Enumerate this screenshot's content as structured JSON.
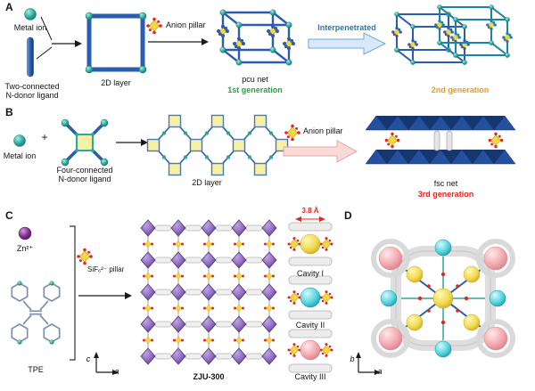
{
  "colors": {
    "generation1_green": "#1faa3c",
    "generation2_orange": "#f5971d",
    "generation3_red": "#e8251d",
    "interpenetrated_blue": "#1e78c8",
    "distance_red": "#e8251d",
    "metal_node_teal": "#2fa79b",
    "linker_blue": "#2a5cb0",
    "anion_yellow": "#f0d93c",
    "fluorine_red": "#e8251d",
    "zinc_purple": "#7b2d8b",
    "polyhedra_violet": "#8d6cc0",
    "cavity_i_yellow": "#f2dc4e",
    "cavity_ii_cyan": "#54d6e0",
    "cavity_iii_pink": "#f4a9b0"
  },
  "panel_a": {
    "label": "A",
    "metal_ion_label": "Metal ion",
    "ligand_label_line1": "Two-connected",
    "ligand_label_line2": "N-donor ligand",
    "layer_label": "2D layer",
    "anion_pillar_label": "Anion pillar",
    "net_label": "pcu net",
    "generation1_label": "1st generation",
    "interpenetrated_label": "Interpenetrated",
    "generation2_label": "2nd generation"
  },
  "panel_b": {
    "label": "B",
    "metal_ion_label": "Metal ion",
    "plus_sign": "+",
    "ligand_label_line1": "Four-connected",
    "ligand_label_line2": "N-donor ligand",
    "layer_label": "2D layer",
    "anion_pillar_label": "Anion pillar",
    "net_label": "fsc net",
    "generation3_label": "3rd generation"
  },
  "panel_c": {
    "label": "C",
    "metal_ion_label": "Zn²⁺",
    "ligand_label": "TPE",
    "pillar_label": "SiF₆²⁻ pillar",
    "framework_label": "ZJU-300",
    "distance_label": "3.8 Å",
    "cavity_labels": [
      "Cavity I",
      "Cavity II",
      "Cavity III"
    ],
    "axis_vertical": "c",
    "axis_horizontal": "a"
  },
  "panel_d": {
    "label": "D",
    "axis_vertical": "b",
    "axis_horizontal": "a"
  }
}
